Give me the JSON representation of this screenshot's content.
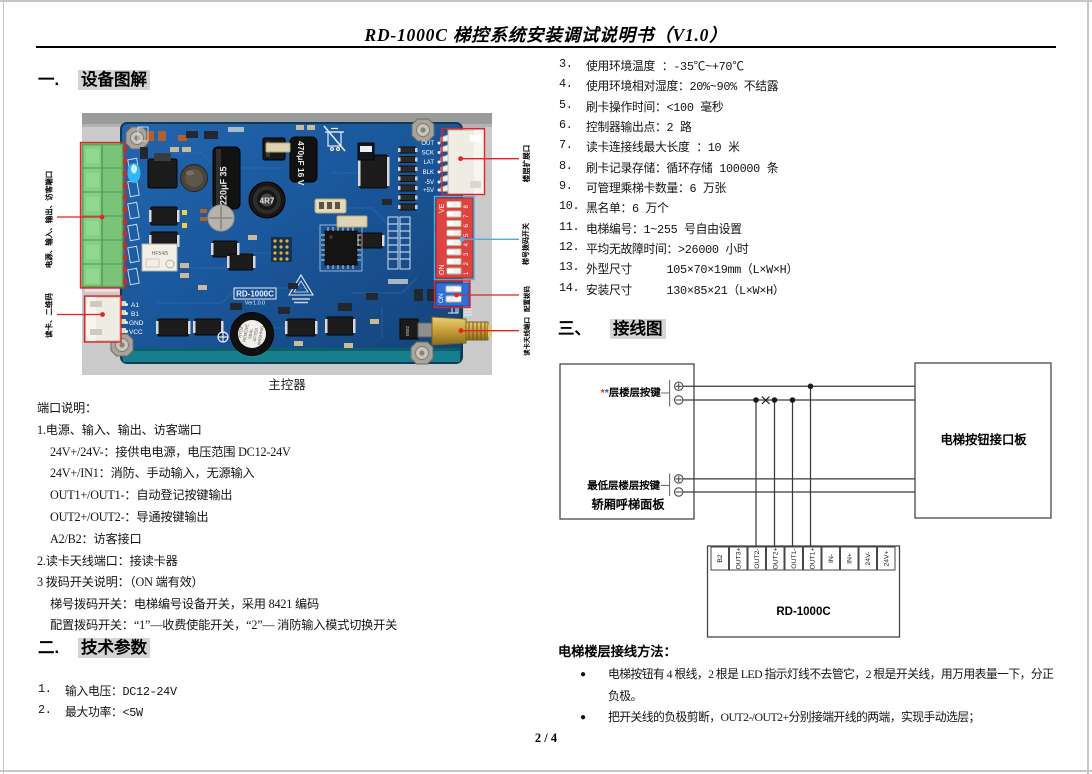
{
  "page": {
    "title": "RD-1000C 梯控系统安装调试说明书（V1.0）",
    "footer": "2 / 4"
  },
  "sections": {
    "s1_num": "一.",
    "s1_title": "设备图解",
    "s2_num": "二.",
    "s2_title": "技术参数",
    "s3_num": "三、",
    "s3_title": "接线图"
  },
  "photo": {
    "caption": "主控器",
    "labels": {
      "left_terminal": "电源、输入、输出、访客端口",
      "left_reader": "读卡、二维码",
      "right_connector": "楼层扩展口",
      "right_dip8": "梯号拨码开关",
      "right_dip2": "配置拨码",
      "right_antenna": "读卡天线端口"
    },
    "pcb": {
      "model": "RD-1000C",
      "version": "Ver1.0.0",
      "cap_big": "220μF 35",
      "cap_small": "470μF 16 V",
      "inductor": "4R7",
      "relay": "HF54/5",
      "dip_ve": "VE",
      "dip_on": "ON",
      "dip2_on": "ON",
      "pins_right": [
        "OUT",
        "SCK",
        "LAT",
        "BLK",
        "-5V",
        "+5V"
      ],
      "pins_left": [
        "A1",
        "B1",
        "GND",
        "VCC"
      ],
      "dip_numbers": [
        "1",
        "2",
        "3",
        "4",
        "5",
        "6",
        "7",
        "8"
      ],
      "buzzer_lines": [
        "HYDZ",
        "REMOVE",
        "SEAL",
        "AFTER",
        "WASHING"
      ]
    }
  },
  "port_desc": {
    "title": "端口说明：",
    "lines": [
      "1.电源、输入、输出、访客端口",
      "24V+/24V-：接供电电源，电压范围 DC12-24V",
      "24V+/IN1：消防、手动输入，无源输入",
      "OUT1+/OUT1-：自动登记按键输出",
      "OUT2+/OUT2-：导通按键输出",
      "A2/B2：访客接口",
      "2.读卡天线端口：接读卡器",
      "3 拨码开关说明：（ON 端有效）",
      "梯号拨码开关：电梯编号设备开关，采用 8421 编码",
      "配置拨码开关：“1”—收费使能开关，“2”— 消防输入模式切换开关"
    ]
  },
  "tech": {
    "items": [
      {
        "num": "1.",
        "text": "输入电压：DC12-24V"
      },
      {
        "num": "2.",
        "text": "最大功率：<5W"
      }
    ]
  },
  "specs": {
    "items": [
      {
        "num": "3.",
        "text": "使用环境温度 ：-35℃~+70℃"
      },
      {
        "num": "4.",
        "text": "使用环境相对湿度：20%~90% 不结露"
      },
      {
        "num": "5.",
        "text": "刷卡操作时间：<100 毫秒"
      },
      {
        "num": "6.",
        "text": "控制器输出点：2 路"
      },
      {
        "num": "7.",
        "text": "读卡连接线最大长度 ：10 米"
      },
      {
        "num": "8.",
        "text": "刷卡记录存储：循环存储 100000 条"
      },
      {
        "num": "9.",
        "text": "可管理乘梯卡数量：6 万张"
      },
      {
        "num": "10.",
        "text": "黑名单：6 万个"
      },
      {
        "num": "11.",
        "text": "电梯编号：1~255 号自由设置"
      },
      {
        "num": "12.",
        "text": "平均无故障时间：>26000 小时"
      },
      {
        "num": "13.",
        "text": "外型尺寸　　　105×70×19mm（L×W×H）"
      },
      {
        "num": "14.",
        "text": "安装尺寸　　　130×85×21（L×W×H）"
      }
    ]
  },
  "diagram": {
    "left_box": {
      "star1": "*",
      "star2": "*",
      "button_top": "层楼层按键",
      "button_bottom": "最低层楼层按键",
      "panel": "轿厢呼梯面板"
    },
    "right_box": "电梯按钮接口板",
    "controller": "RD-1000C",
    "terminals": [
      "B2",
      "OUT3+",
      "OUT2-",
      "OUT2+",
      "OUT1-",
      "OUT1+",
      "IN-",
      "IN+",
      "24V-",
      "24V+"
    ]
  },
  "method": {
    "title": "电梯楼层接线方法：",
    "bullets": [
      "电梯按钮有 4 根线，2 根是 LED 指示灯线不去管它，2 根是开关线，用万用表量一下，分正负极。",
      "把开关线的负极剪断，OUT2-/OUT2+分别接端开线的两端，实现手动选层；"
    ]
  }
}
